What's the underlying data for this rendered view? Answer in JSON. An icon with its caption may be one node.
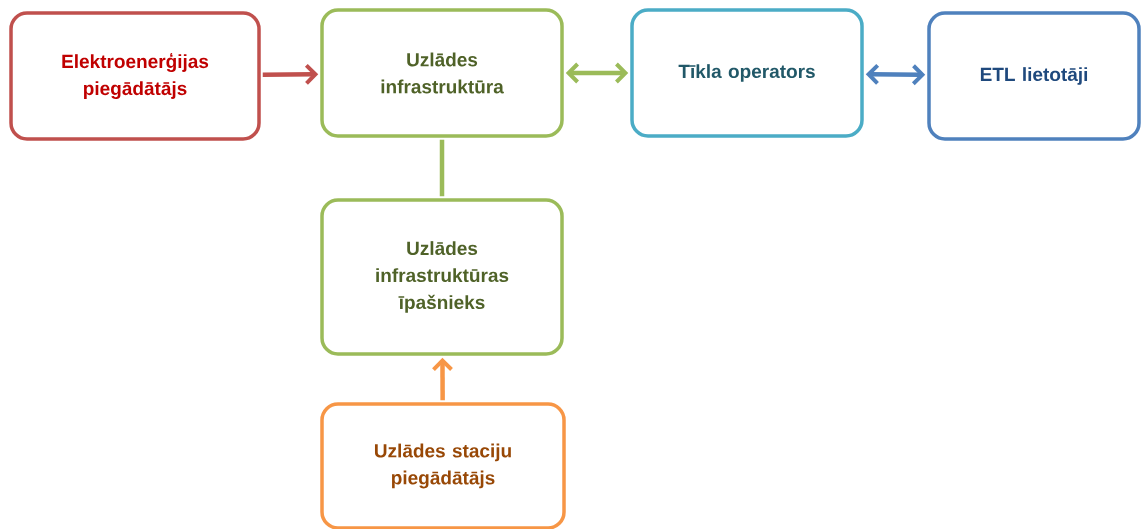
{
  "diagram": {
    "nodes": [
      {
        "text": [
          "Elektroenerģijas piegādātājs"
        ]
      },
      {
        "text": [
          "Uzlādes infrastruktūra"
        ]
      },
      {
        "text": [
          "Tīkla operators"
        ]
      },
      {
        "text": [
          "ETL lietotāji"
        ]
      },
      {
        "text": [
          "Uzlādes infrastruktūras īpašnieks"
        ]
      },
      {
        "text": [
          "Uzlādes staciju piegādātājs"
        ]
      }
    ],
    "edges": [
      {
        "from": 0,
        "to": 1,
        "arrow": "to",
        "color": "#c0504d"
      },
      {
        "from": 1,
        "to": 2,
        "arrow": "both",
        "color": "#9bbb59"
      },
      {
        "from": 2,
        "to": 3,
        "arrow": "both",
        "color": "#4f81bd"
      },
      {
        "from": 1,
        "to": 4,
        "arrow": "none",
        "color": "#9bbb59"
      },
      {
        "from": 5,
        "to": 4,
        "arrow": "to",
        "color": "#f79646"
      }
    ]
  }
}
